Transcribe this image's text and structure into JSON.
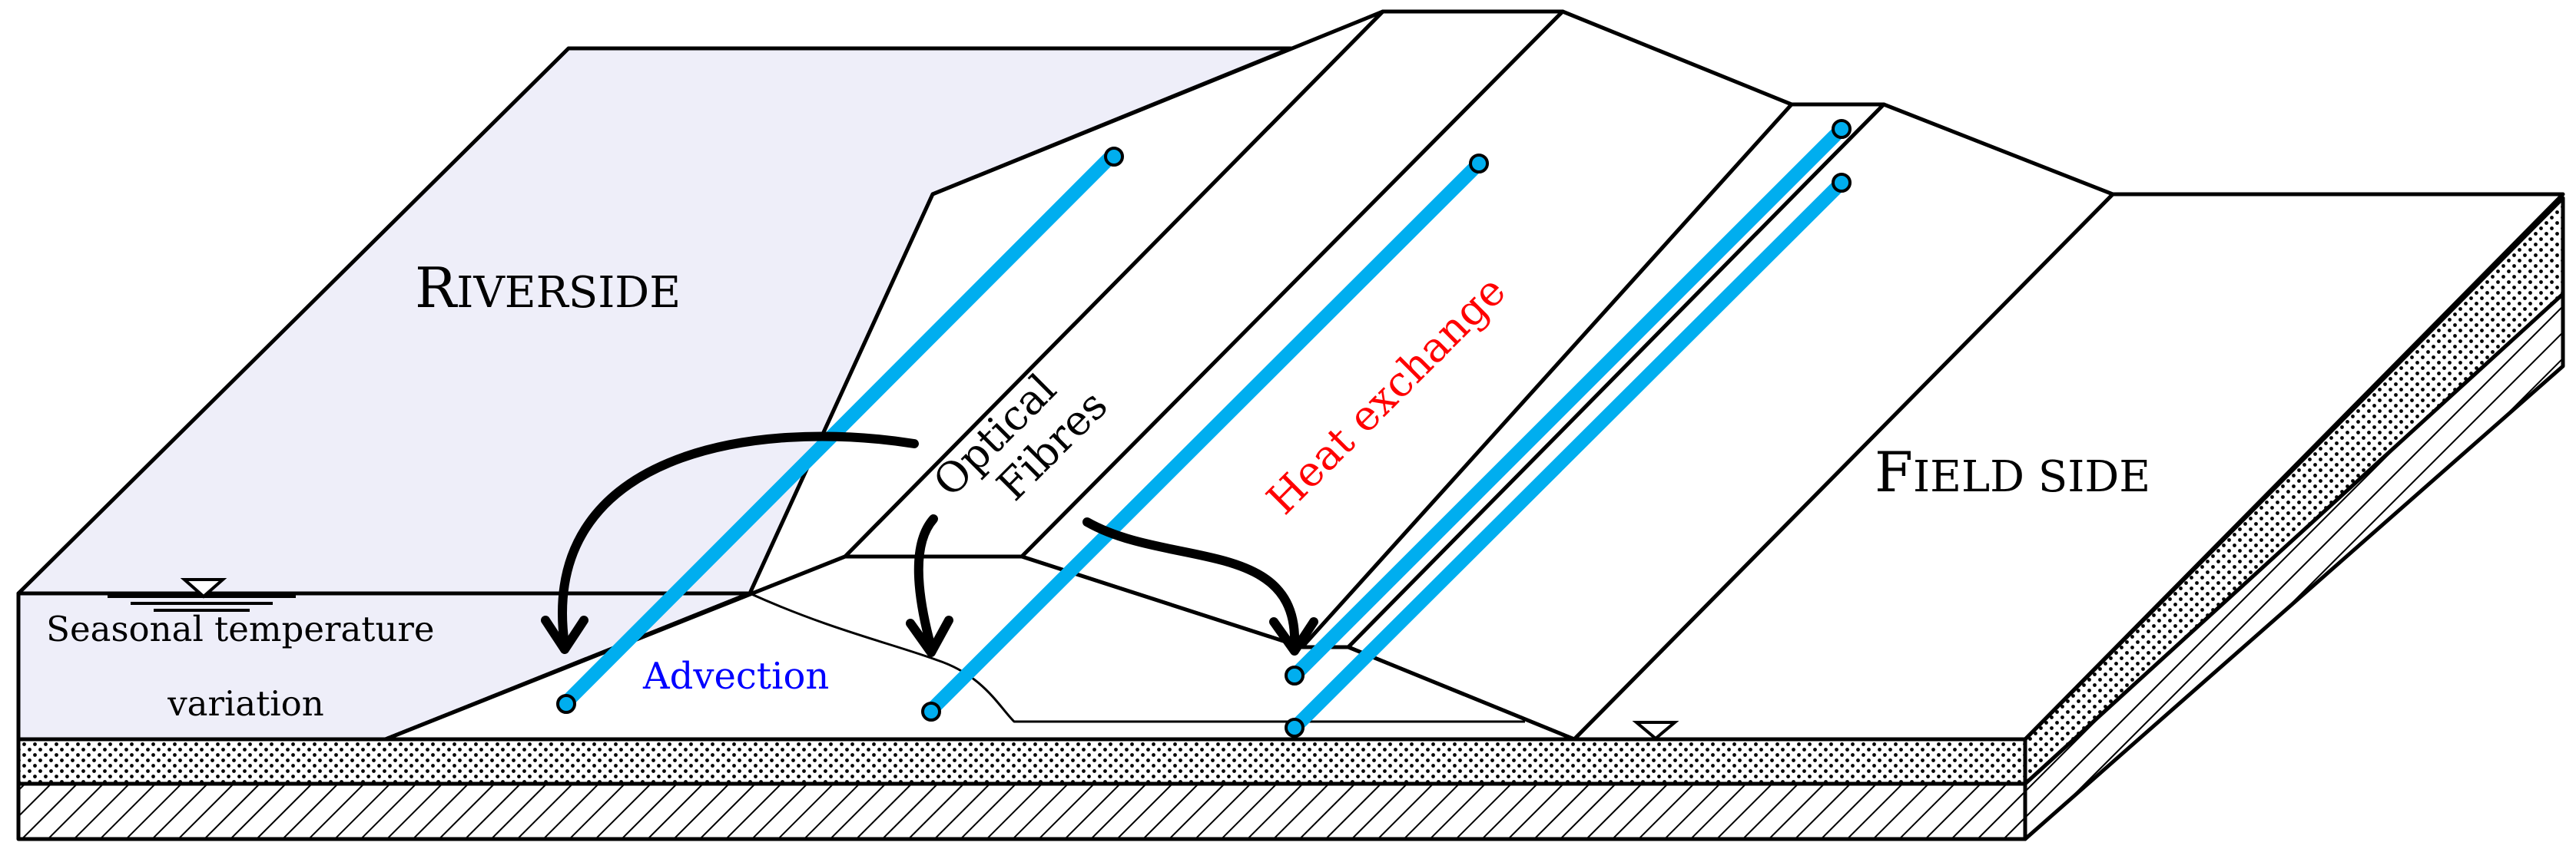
{
  "labels": {
    "riverside_first": "R",
    "riverside_rest": "IVERSIDE",
    "fieldside_first": "F",
    "fieldside_rest": "IELD SIDE",
    "optical_line1": "Optical",
    "optical_line2": "Fibres",
    "heat_exchange": "Heat exchange",
    "advection": "Advection",
    "seasonal_line1": "Seasonal temperature",
    "seasonal_line2": "variation"
  },
  "colors": {
    "water_fill": "#eeeef9",
    "fibre": "#00aeef",
    "outline": "#000000",
    "heat_exchange_text": "#ff0000",
    "advection_text": "#0000ff"
  },
  "icons": {
    "water_level_symbol": "triangle-down-with-lines",
    "phreatic_level_symbol": "triangle-down"
  }
}
